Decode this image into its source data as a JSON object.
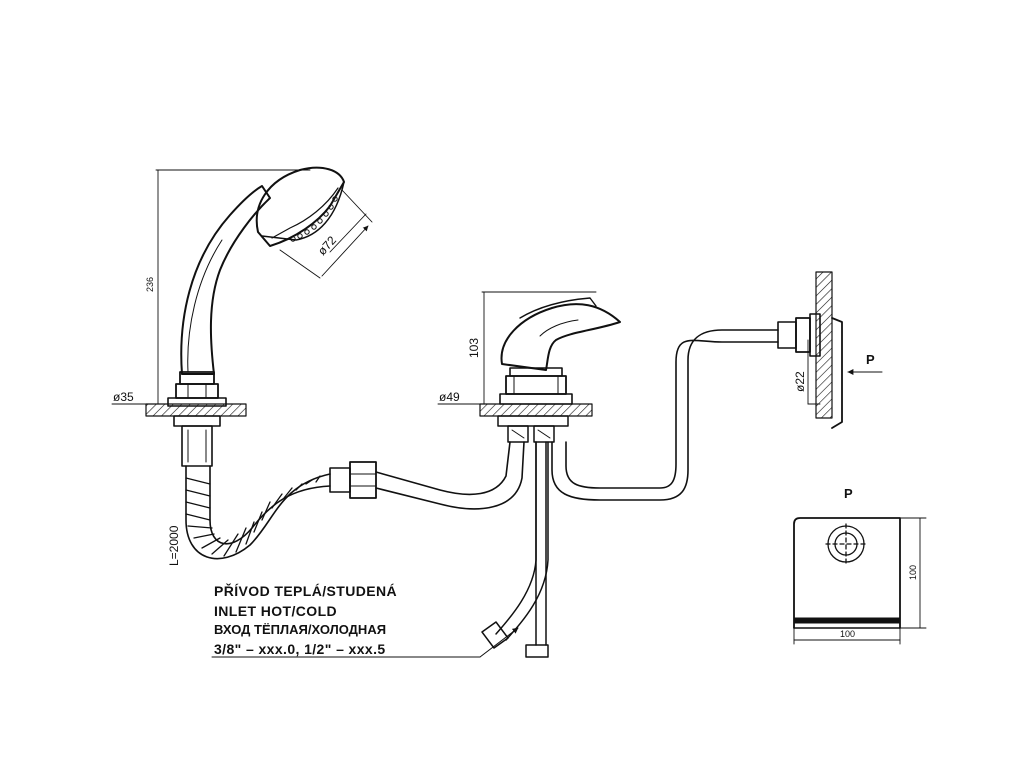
{
  "colors": {
    "line": "#111111",
    "background": "#ffffff"
  },
  "shower_head": {
    "height_dim": "236",
    "head_diameter_dim": "ø72",
    "base_diameter_dim": "ø35"
  },
  "hose": {
    "length_dim": "L=2000"
  },
  "mixer": {
    "height_dim": "103",
    "base_diameter_dim": "ø49"
  },
  "wall_connection": {
    "diameter_dim": "ø22",
    "view_marker": "P"
  },
  "detail_view": {
    "title": "P",
    "width_dim": "100",
    "height_dim": "100"
  },
  "inlet_note": {
    "line_cz": "PŘÍVOD TEPLÁ/STUDENÁ",
    "line_en": "INLET HOT/COLD",
    "line_ru": "ВХОД ТЁПЛАЯ/ХОЛОДНАЯ",
    "line_sizes": "3/8\" – xxx.0, 1/2\" – xxx.5"
  }
}
